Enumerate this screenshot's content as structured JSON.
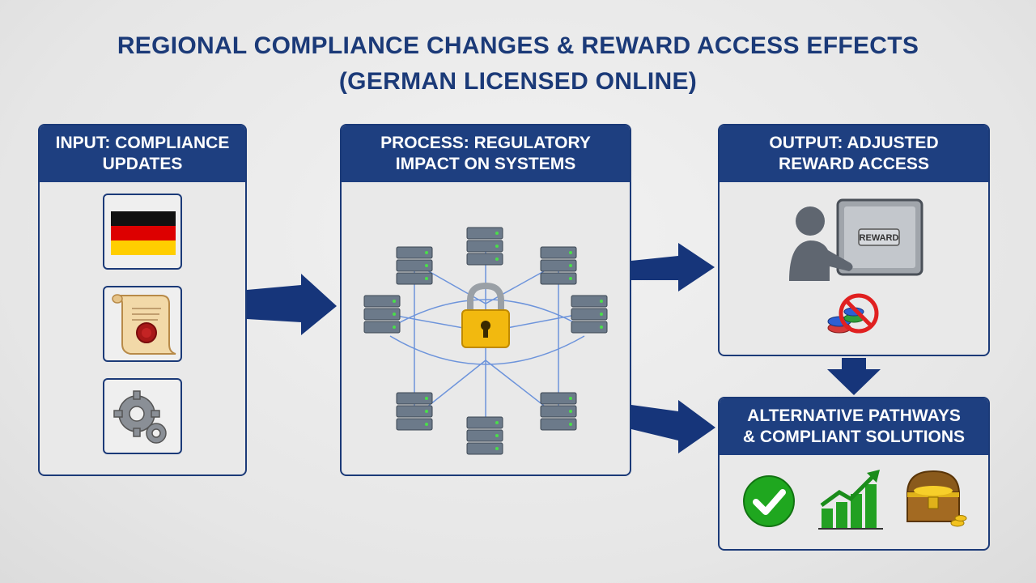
{
  "title": {
    "line1": "REGIONAL COMPLIANCE CHANGES & REWARD ACCESS EFFECTS",
    "line2": "(GERMAN LICENSED ONLINE)"
  },
  "panels": {
    "input": {
      "heading_line1": "INPUT: COMPLIANCE",
      "heading_line2": "UPDATES",
      "icons": [
        "german-flag-icon",
        "license-scroll-icon",
        "gears-icon"
      ]
    },
    "process": {
      "heading_line1": "PROCESS: REGULATORY",
      "heading_line2": "IMPACT ON SYSTEMS",
      "icons": [
        "server-network-icon",
        "padlock-icon"
      ]
    },
    "output": {
      "heading_line1": "OUTPUT: ADJUSTED",
      "heading_line2": "REWARD ACCESS",
      "screen_label": "REWARD",
      "icons": [
        "user-locked-screen-icon",
        "no-chips-icon"
      ]
    },
    "alternatives": {
      "heading_line1": "ALTERNATIVE PATHWAYS",
      "heading_line2": "& COMPLIANT SOLUTIONS",
      "icons": [
        "checkmark-icon",
        "growth-chart-icon",
        "treasure-chest-icon"
      ]
    }
  },
  "colors": {
    "navy": "#1b3a78",
    "header": "#1e3f80",
    "arrow": "#16357a",
    "flag_black": "#111111",
    "flag_red": "#dd0000",
    "flag_gold": "#ffce00",
    "check_green": "#1fa71f",
    "prohibit_red": "#e02020"
  }
}
